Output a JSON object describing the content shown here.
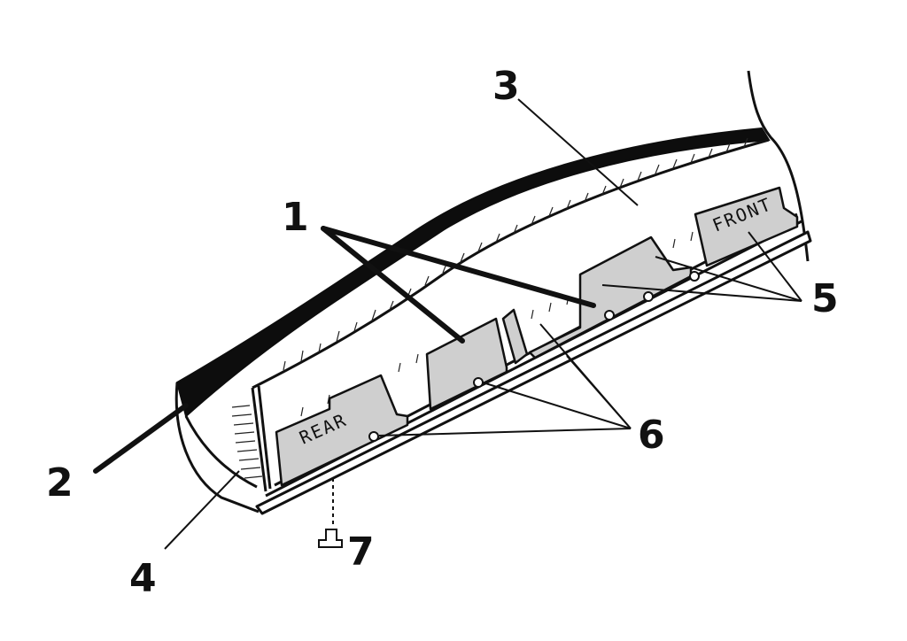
{
  "callouts": {
    "c1": "1",
    "c2": "2",
    "c3": "3",
    "c4": "4",
    "c5": "5",
    "c6": "6",
    "c7": "7"
  },
  "plates": {
    "rear": "REAR",
    "front": "FRONT"
  }
}
